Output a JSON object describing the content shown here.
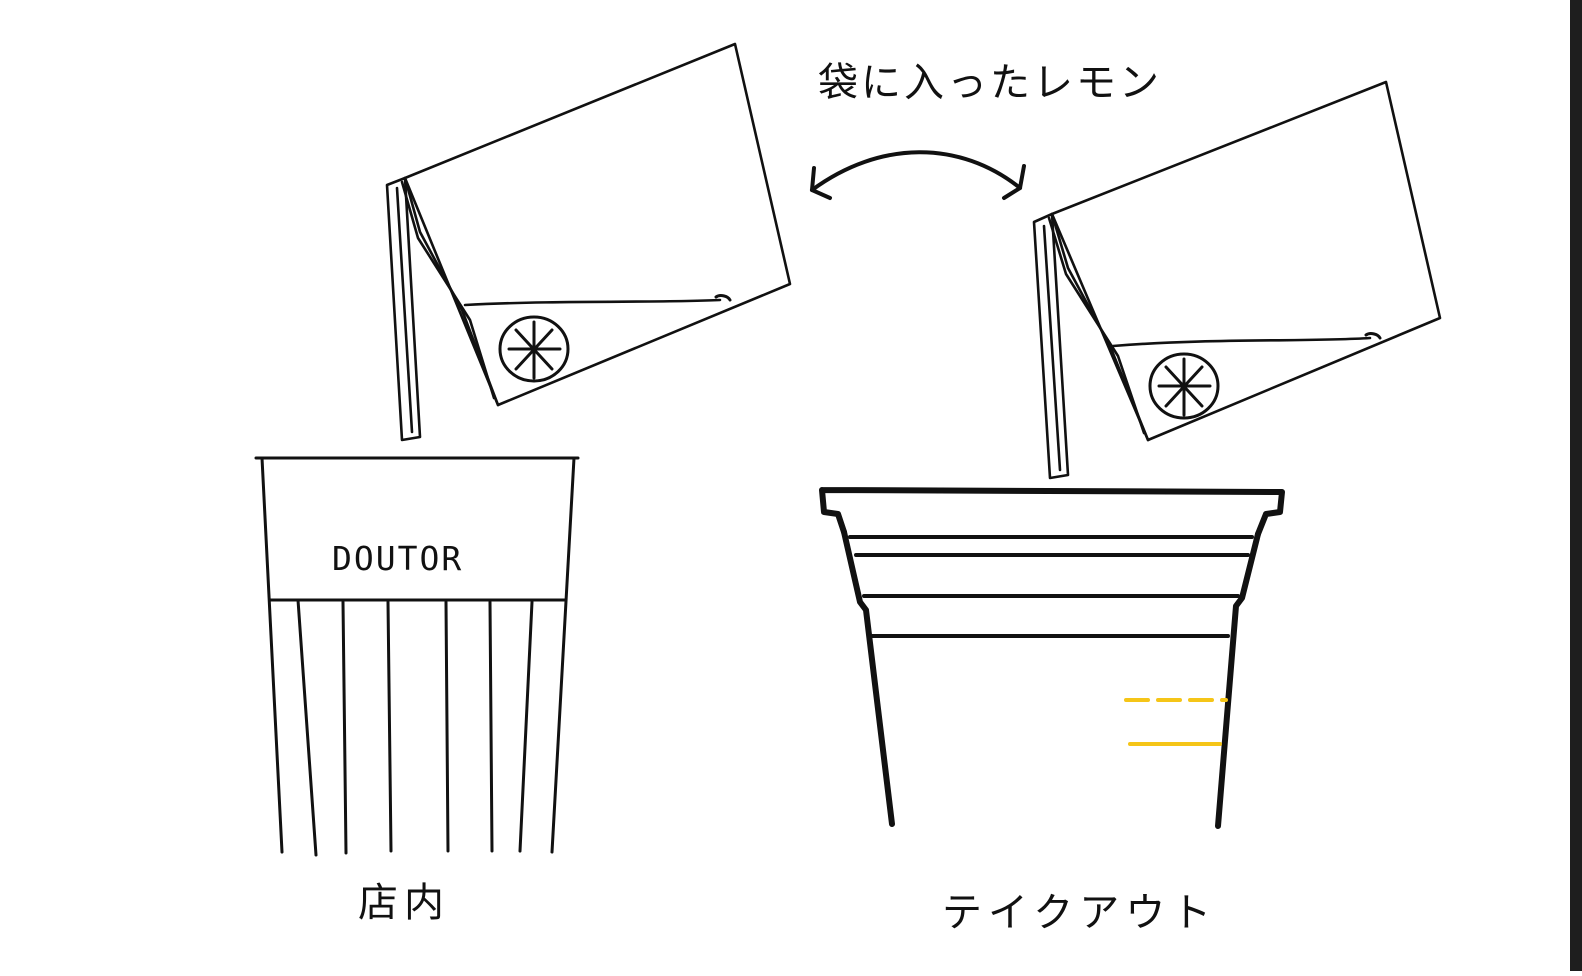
{
  "labels": {
    "top_caption": "袋に入ったレモン",
    "left_caption": "店内",
    "right_caption": "テイクアウト",
    "cup_brand": "DOUTOR"
  },
  "colors": {
    "ink": "#111111",
    "marker_yellow": "#f5c518",
    "background": "#ffffff",
    "edge_bar": "#1e1e1e"
  },
  "icons": {
    "lemon_slice": "lemon-slice-icon",
    "exchange_arrow": "double-headed-curved-arrow"
  }
}
